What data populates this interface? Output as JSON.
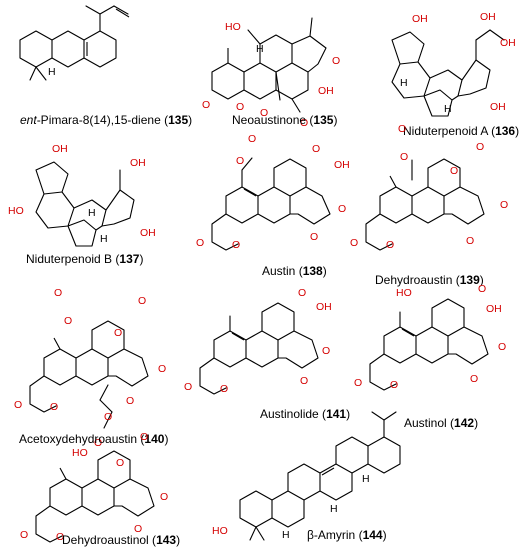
{
  "figure": {
    "compounds": [
      {
        "id": "135a",
        "prefix": "ent",
        "name": "-Pimara-8(14),15-diene",
        "number": "135"
      },
      {
        "id": "135b",
        "prefix": "",
        "name": "Neoaustinone",
        "number": "135"
      },
      {
        "id": "136",
        "prefix": "",
        "name": "Niduterpenoid A",
        "number": "136"
      },
      {
        "id": "137",
        "prefix": "",
        "name": "Niduterpenoid B",
        "number": "137"
      },
      {
        "id": "138",
        "prefix": "",
        "name": "Austin",
        "number": "138"
      },
      {
        "id": "139",
        "prefix": "",
        "name": "Dehydroaustin",
        "number": "139"
      },
      {
        "id": "140",
        "prefix": "",
        "name": "Acetoxydehydroaustin",
        "number": "140"
      },
      {
        "id": "141",
        "prefix": "",
        "name": "Austinolide",
        "number": "141"
      },
      {
        "id": "142",
        "prefix": "",
        "name": "Austinol",
        "number": "142"
      },
      {
        "id": "143",
        "prefix": "",
        "name": "Dehydroaustinol",
        "number": "143"
      },
      {
        "id": "144",
        "prefix": "",
        "name": "β-Amyrin",
        "number": "144"
      }
    ],
    "atom_labels": {
      "oxygen": "O",
      "hydroxyl": "OH",
      "hydroxyl_left": "HO",
      "hydrogen": "H"
    },
    "colors": {
      "heteroatom": "#d40000",
      "bond": "#000000",
      "background": "#ffffff"
    }
  }
}
